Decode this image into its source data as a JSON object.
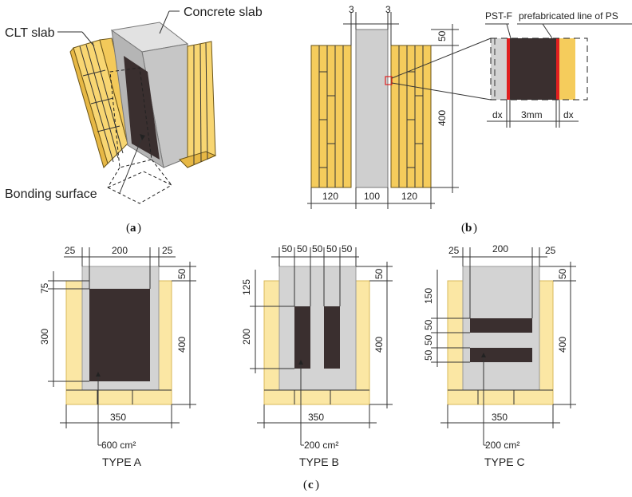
{
  "labels": {
    "concrete_slab": "Concrete slab",
    "clt_slab": "CLT slab",
    "bonding_surface": "Bonding surface",
    "pst_f": "PST-F",
    "prefab_line": "prefabricated line of PS"
  },
  "captions": {
    "a": "a",
    "b": "b",
    "c": "c"
  },
  "panel_b": {
    "top_left": "3",
    "top_right": "3",
    "top_50": "50",
    "height_400": "400",
    "w_left": "120",
    "w_mid": "100",
    "w_right": "120",
    "dx_left": "dx",
    "gap": "3mm",
    "dx_right": "dx"
  },
  "type_a": {
    "name": "TYPE A",
    "area": "600 cm²",
    "top_25_left": "25",
    "top_200": "200",
    "top_25_right": "25",
    "left_75": "75",
    "left_300": "300",
    "right_50": "50",
    "right_400": "400",
    "bottom_350": "350"
  },
  "type_b": {
    "name": "TYPE B",
    "area": "200 cm²",
    "top_dims": [
      "50",
      "50",
      "50",
      "50",
      "50"
    ],
    "left_125": "125",
    "left_200": "200",
    "right_50": "50",
    "right_400": "400",
    "bottom_350": "350"
  },
  "type_c": {
    "name": "TYPE C",
    "area": "200 cm²",
    "top_25_left": "25",
    "top_200": "200",
    "top_25_right": "25",
    "left_150": "150",
    "left_50a": "50",
    "left_50b": "50",
    "left_50c": "50",
    "right_50": "50",
    "right_400": "400",
    "bottom_350": "350"
  },
  "colors": {
    "wood": "#F5CC5C",
    "wood_light": "#FBE9A6",
    "wood_line": "#8B6B1E",
    "concrete": "#CFCFCF",
    "concrete_dark": "#A9A9A9",
    "bond": "#3A2F2F",
    "pst_red": "#E02020",
    "type_bg": "#FBE7A4",
    "type_concrete": "#D3D3D3"
  }
}
